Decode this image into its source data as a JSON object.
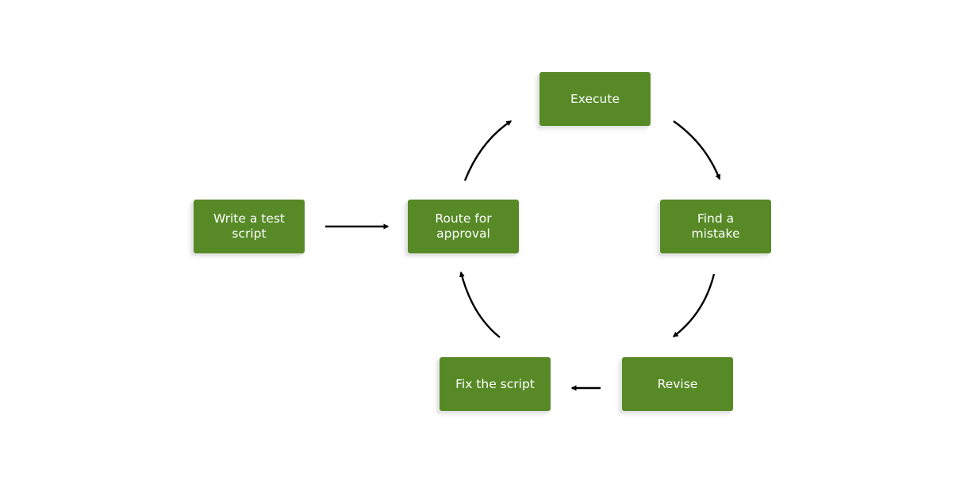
{
  "diagram": {
    "nodes": {
      "write_test_script": "Write a test script",
      "route_for_approval": "Route for approval",
      "execute": "Execute",
      "find_a_mistake": "Find a mistake",
      "revise": "Revise",
      "fix_the_script": "Fix the script"
    },
    "colors": {
      "node_fill": "#578a27",
      "node_text": "#ffffff",
      "arrow": "#000000"
    }
  }
}
